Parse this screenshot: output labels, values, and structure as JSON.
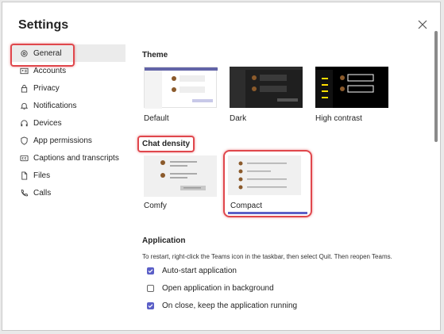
{
  "window": {
    "title": "Settings"
  },
  "sidebar": {
    "items": [
      {
        "label": "General",
        "icon": "gear-icon"
      },
      {
        "label": "Accounts",
        "icon": "id-card-icon"
      },
      {
        "label": "Privacy",
        "icon": "lock-icon"
      },
      {
        "label": "Notifications",
        "icon": "bell-icon"
      },
      {
        "label": "Devices",
        "icon": "headset-icon"
      },
      {
        "label": "App permissions",
        "icon": "shield-icon"
      },
      {
        "label": "Captions and transcripts",
        "icon": "cc-icon"
      },
      {
        "label": "Files",
        "icon": "file-icon"
      },
      {
        "label": "Calls",
        "icon": "phone-icon"
      }
    ]
  },
  "theme": {
    "title": "Theme",
    "options": [
      "Default",
      "Dark",
      "High contrast"
    ]
  },
  "density": {
    "title": "Chat density",
    "options": [
      "Comfy",
      "Compact"
    ],
    "selected": "Compact"
  },
  "application": {
    "title": "Application",
    "description": "To restart, right-click the Teams icon in the taskbar, then select Quit. Then reopen Teams.",
    "options": [
      {
        "label": "Auto-start application",
        "checked": true
      },
      {
        "label": "Open application in background",
        "checked": false
      },
      {
        "label": "On close, keep the application running",
        "checked": true
      }
    ]
  },
  "colors": {
    "accent": "#5b5fc7",
    "highlight": "#e0474c"
  }
}
